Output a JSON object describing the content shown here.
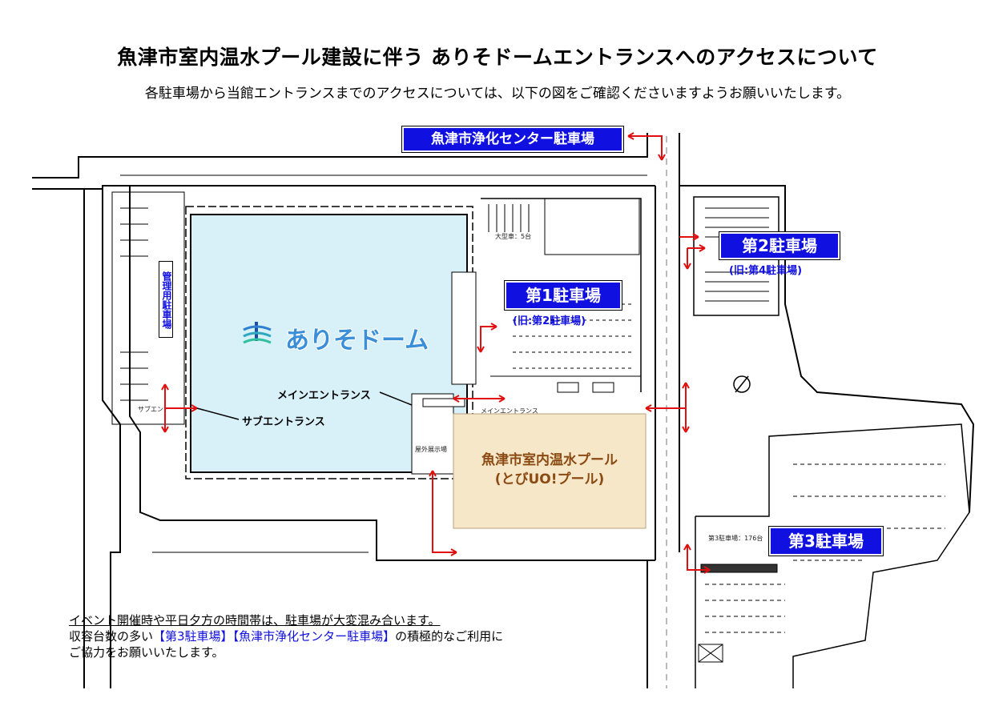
{
  "header": {
    "title": "魚津市室内温水プール建設に伴う ありそドームエントランスへのアクセスについて",
    "subtitle": "各駐車場から当館エントランスまでのアクセスについては、以下の図をご確認くださいますようお願いいたします。"
  },
  "map": {
    "facility_name": "ありそドーム",
    "pool_name_line1": "魚津市室内温水プール",
    "pool_name_line2": "(とびUO!プール)",
    "main_entrance": "メインエントランス",
    "sub_entrance": "サブエントランス",
    "staff_parking": "管理用駐車場",
    "parking_lots": [
      {
        "label": "魚津市浄化センター駐車場",
        "note": ""
      },
      {
        "label": "第1駐車場",
        "note": "(旧:第2駐車場)"
      },
      {
        "label": "第2駐車場",
        "note": "(旧:第4駐車場)"
      },
      {
        "label": "第3駐車場",
        "note": ""
      }
    ],
    "small_labels": {
      "large_vehicle": "大型車：5台",
      "lot3_capacity": "第3駐車場：176台",
      "outdoor_exhibit": "屋外展示場",
      "main_entrance_small": "メインエントランス",
      "sub_small": "サブエン"
    }
  },
  "notes": {
    "line1": "イベント開催時や平日夕方の時間帯は、駐車場が大変混み合います。",
    "line2_pre": "収容台数の多い",
    "line2_hl1": "【第3駐車場】",
    "line2_hl2": "【魚津市浄化センター駐車場】",
    "line2_post": "の積極的なご利用に",
    "line3": "ご協力をお願いいたします。"
  },
  "colors": {
    "label_blue": "#1010e0",
    "arrow_red": "#e01010",
    "dome_fill": "#d8f0f8",
    "pool_fill": "#f6e7c9",
    "pool_text": "#8b4a12"
  }
}
